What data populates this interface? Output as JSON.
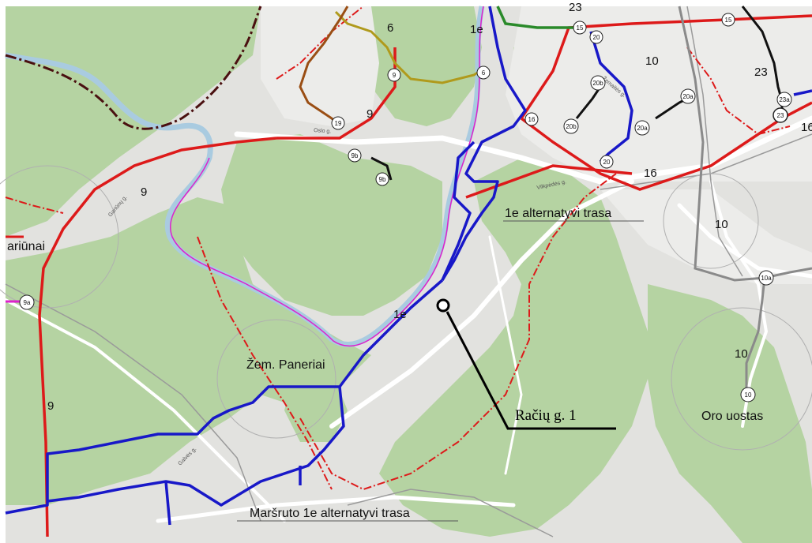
{
  "map": {
    "places": {
      "zem_paneriai": "Žem. Paneriai",
      "oro_uostas": "Oro uostas",
      "ariunai": "ariūnai"
    },
    "annotations": {
      "alt_route_1e": "1e alternatyvi trasa",
      "alt_route_marsruto": "Maršruto 1e alternatyvi trasa",
      "address": "Račių g. 1"
    },
    "route_labels": {
      "r6": "6",
      "r1e_top": "1e",
      "r10_top": "10",
      "r23": "23",
      "r23_top": "23",
      "r9_mid": "9",
      "r9_left": "9",
      "r9_bottom": "9",
      "r16": "16",
      "r16_edge": "16",
      "r10_mid": "10",
      "r10_low": "10",
      "r1e_mid": "1e"
    },
    "stops": {
      "s15a": "15",
      "s15b": "15",
      "s20": "20",
      "s20b_top": "20b",
      "s20a_top": "20a",
      "s20b": "20b",
      "s20a": "20a",
      "s20_low": "20",
      "s16": "16",
      "s9": "9",
      "s6": "6",
      "s19": "19",
      "s9b_top": "9b",
      "s9b": "9b",
      "s23a": "23a",
      "s23": "23",
      "s10a": "10a",
      "s10": "10",
      "s9a": "9a"
    },
    "streets": {
      "oslo": "Oslo g.",
      "zemaites": "Žemaitės g.",
      "gariunu": "Gariūnų g.",
      "galves": "Galvės g.",
      "vilkpedes": "Vilkpėdės g."
    },
    "colors": {
      "background": "#e2e2df",
      "forest": "#b5d3a2",
      "water": "#a9cbe0",
      "road": "#ffffff",
      "route_blue": "#1818c8",
      "route_red": "#dd1a1a",
      "route_black": "#111111",
      "route_olive": "#b09a1c",
      "route_brown": "#9a4e14",
      "route_green": "#2a8a2a",
      "route_gray": "#8a8a8a",
      "route_maroon": "#4a1010",
      "route_magenta": "#dd22cc"
    }
  }
}
